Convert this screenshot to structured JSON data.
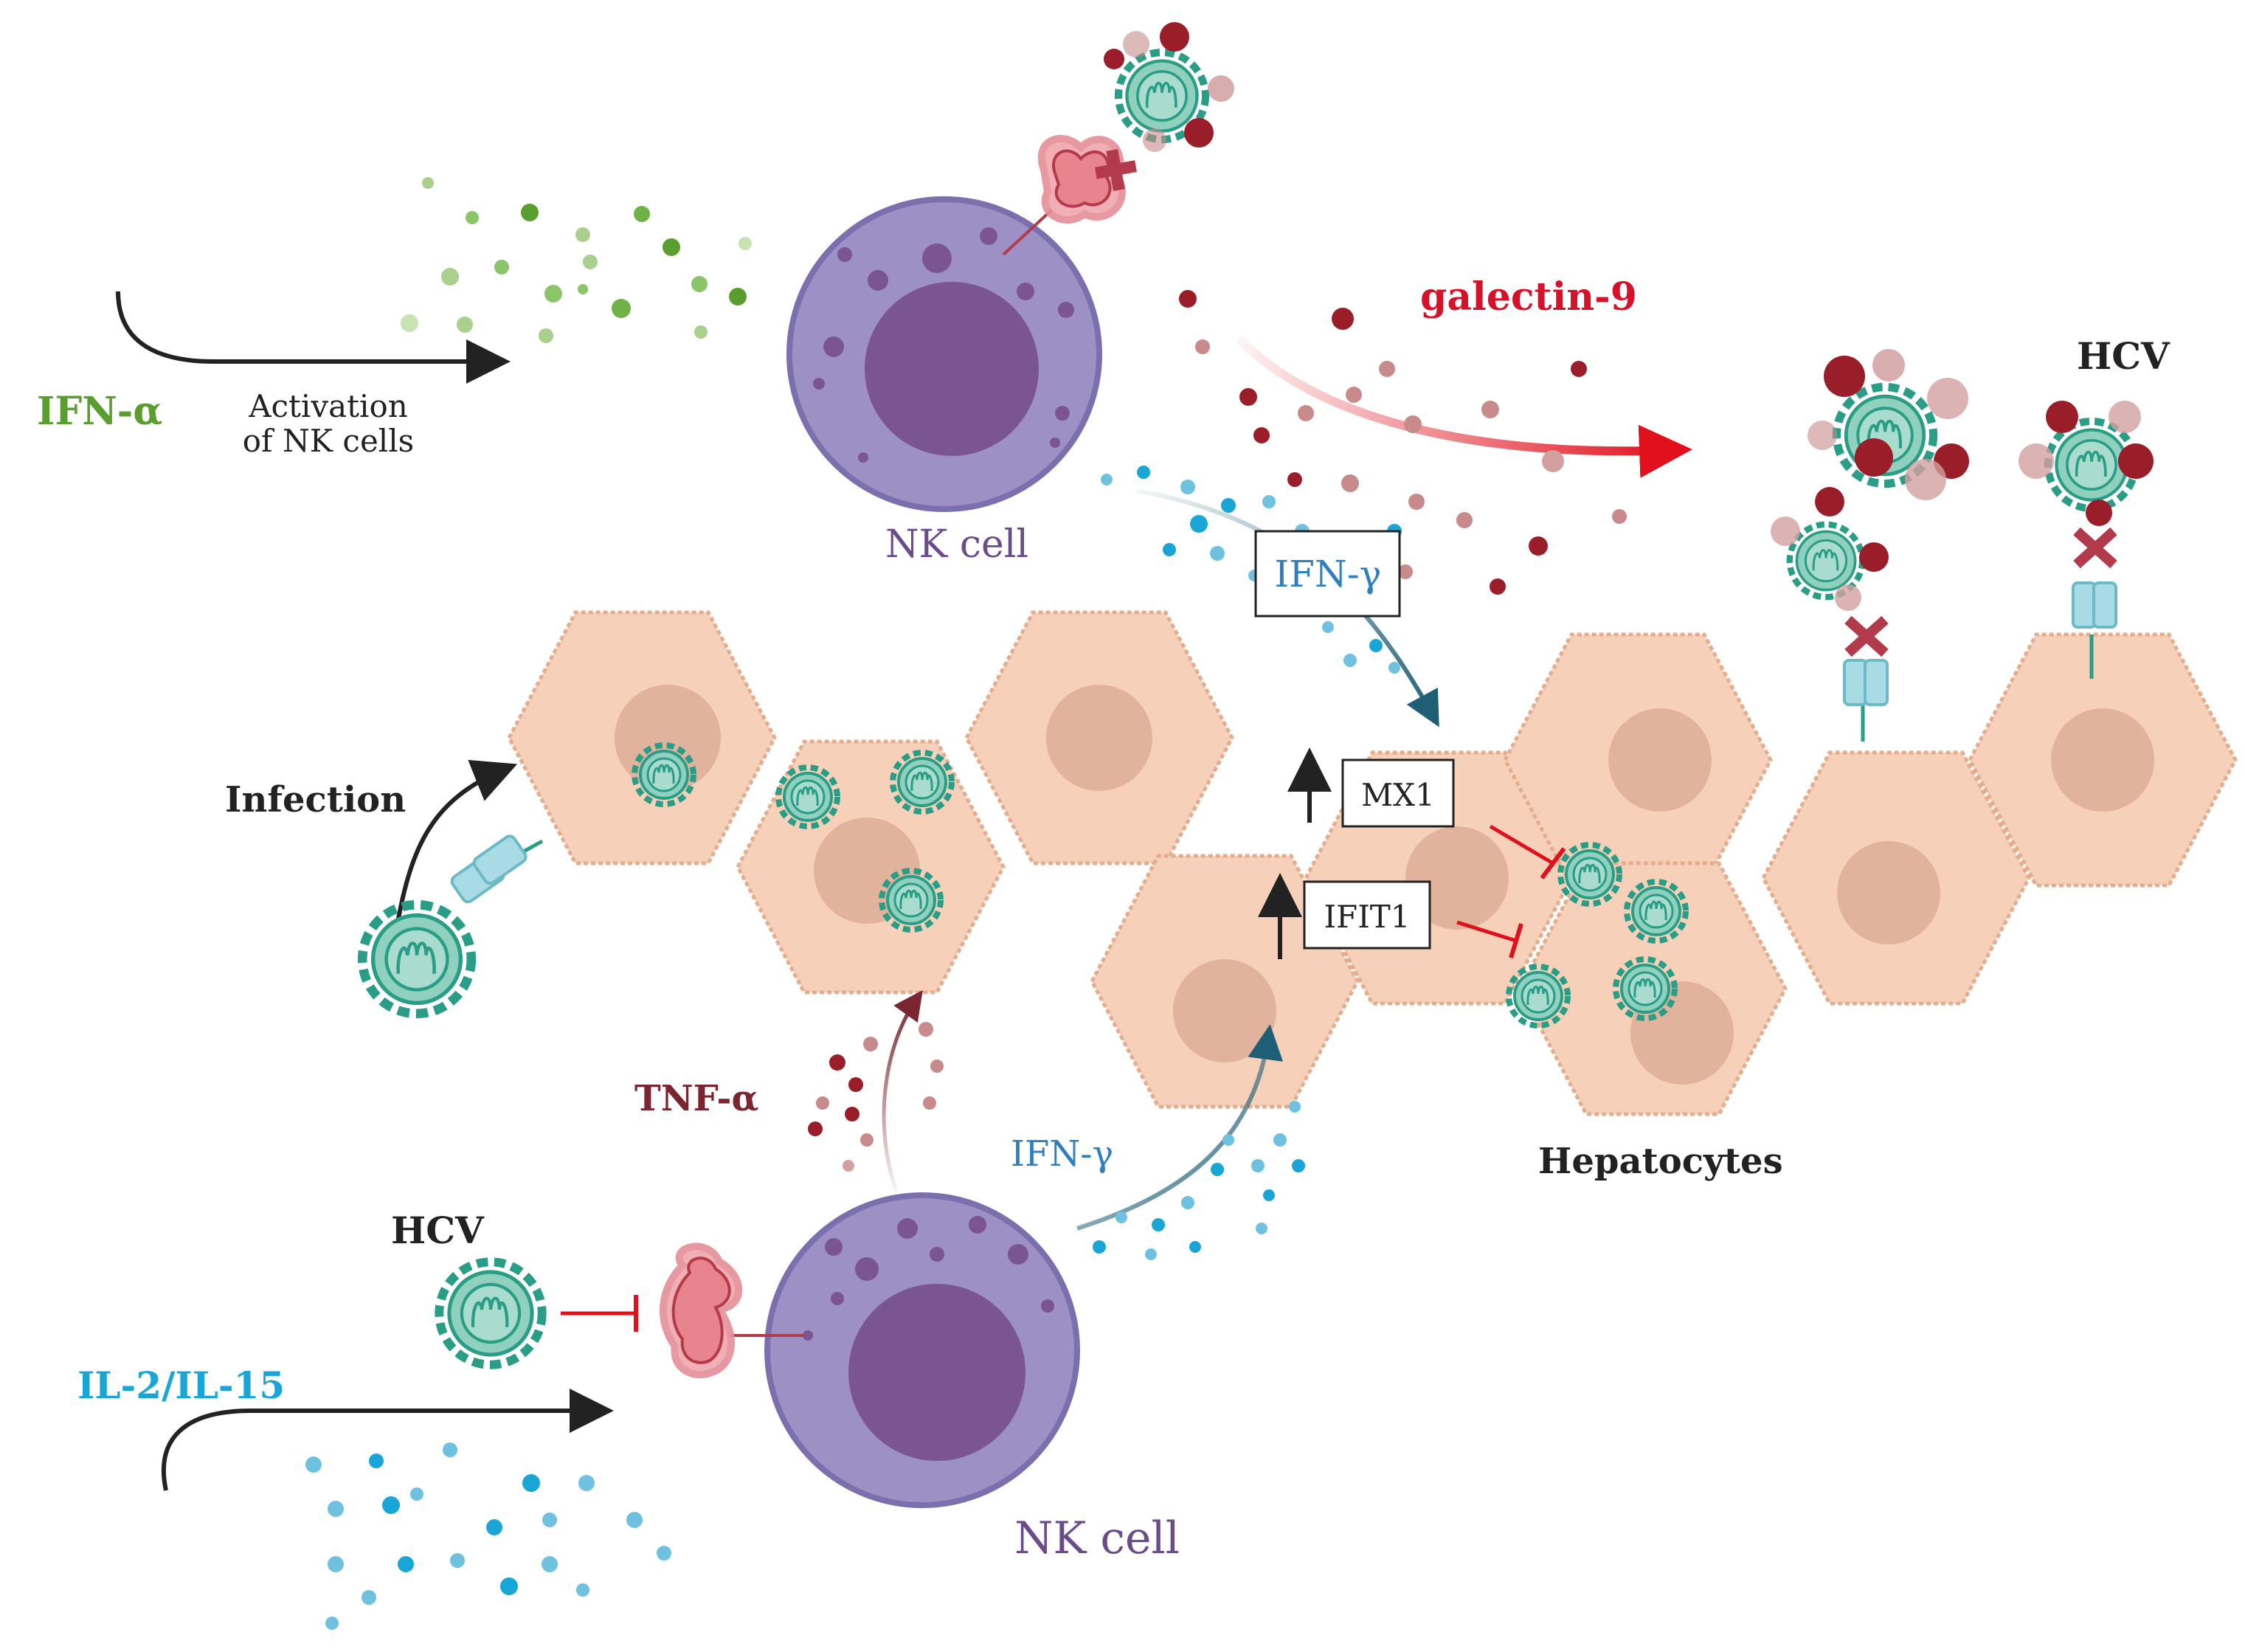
{
  "labels": {
    "ifn_alpha": "IFN-α",
    "activation": [
      "Activation",
      "of NK cells"
    ],
    "nk_cell_top": "NK cell",
    "galectin9": "galectin-9",
    "hcv_top": "HCV",
    "ifn_gamma_box": "IFN-γ",
    "infection": "Infection",
    "mx1": "MX1",
    "ifit1": "IFIT1",
    "tnf_alpha": "TNF-α",
    "ifn_gamma_bottom": "IFN-γ",
    "hepatocytes": "Hepatocytes",
    "hcv_bottom": "HCV",
    "il2_il15": "IL-2/IL-15",
    "nk_cell_bottom": "NK cell"
  },
  "colors": {
    "ifn_alpha": "#5a9e2f",
    "nk_label": "#6b4c8a",
    "galectin": "#d8112b",
    "ifn_gamma": "#2f7fc0",
    "tnf": "#7a2630",
    "il": "#19a6d6",
    "virus": "#2a9d86",
    "hepatocyte": "#f6d0b8",
    "nk_cell": "#9c90c4",
    "nk_nucleus": "#7b5592"
  }
}
